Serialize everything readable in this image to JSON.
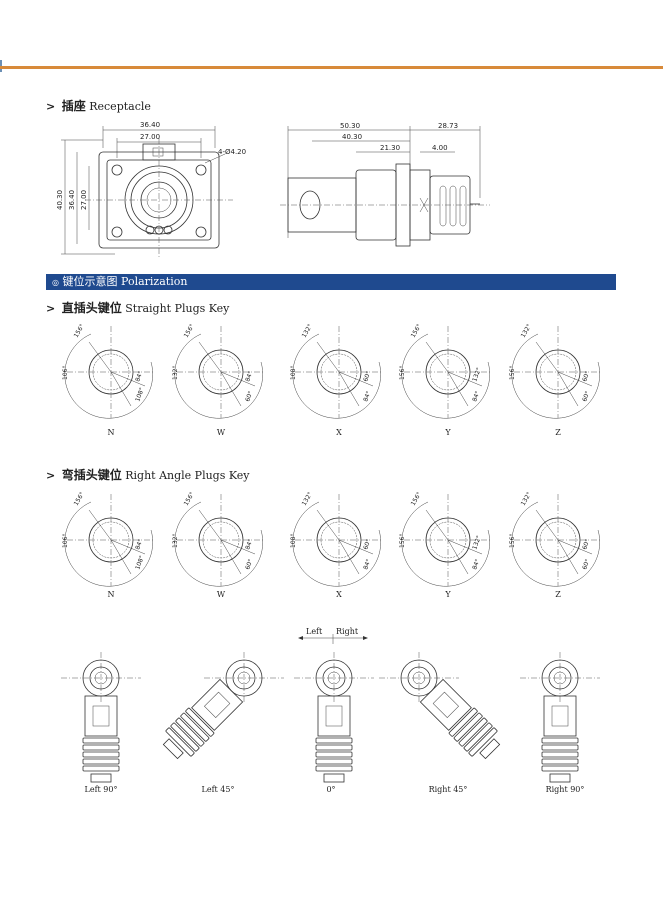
{
  "receptacle": {
    "chevron": ">",
    "title_cn": "插座",
    "title_en": "Receptacle",
    "front_dims": {
      "d1": "36.40",
      "d2": "27.00",
      "d3": "4-Ø4.20",
      "v1": "40.30",
      "v2": "36.40",
      "v3": "27.00"
    },
    "side_dims": {
      "d1": "50.30",
      "d2": "40.30",
      "d3": "21.30",
      "d4": "28.73",
      "d5": "4.00"
    }
  },
  "polarization": {
    "bullet": "◎",
    "title_cn": "键位示意图",
    "title_en": "Polarization"
  },
  "straight": {
    "chevron": ">",
    "title_cn": "直插头键位",
    "title_en": "Straight Plugs Key",
    "keys": [
      "N",
      "W",
      "X",
      "Y",
      "Z"
    ]
  },
  "right_angle": {
    "chevron": ">",
    "title_cn": "弯插头键位",
    "title_en": "Right Angle Plugs Key",
    "keys": [
      "N",
      "W",
      "X",
      "Y",
      "Z"
    ]
  },
  "angle_labels": {
    "N": [
      "156°",
      "106°",
      "84°",
      "108°"
    ],
    "W": [
      "156°",
      "132°",
      "84°",
      "60°"
    ],
    "X": [
      "132°",
      "108°",
      "60°",
      "84°"
    ],
    "Y": [
      "156°",
      "156°",
      "132°",
      "84°"
    ],
    "Z": [
      "132°",
      "156°",
      "60°",
      "60°"
    ]
  },
  "orientation": {
    "left_label": "Left",
    "right_label": "Right",
    "views": [
      "Left 90°",
      "Left 45°",
      "0°",
      "Right 45°",
      "Right 90°"
    ]
  }
}
